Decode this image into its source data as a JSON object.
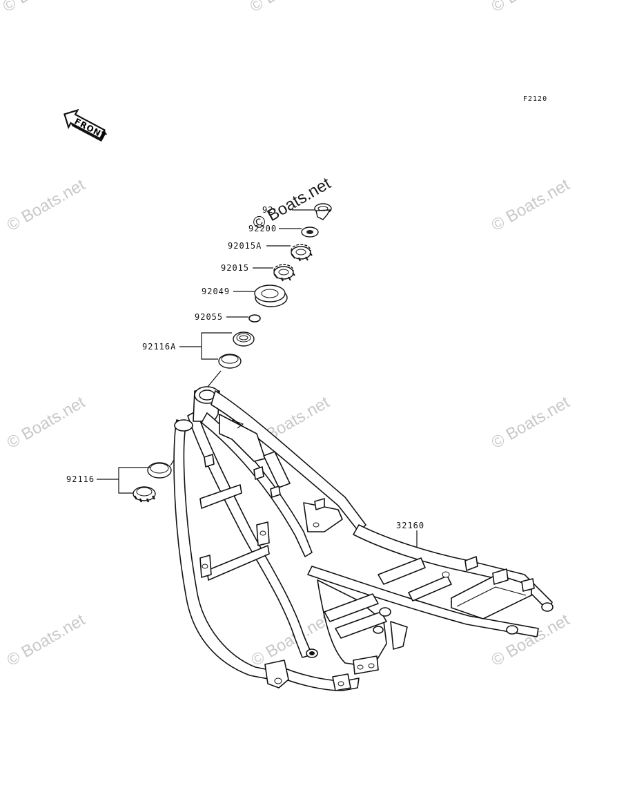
{
  "figure": {
    "code": "F2120",
    "front_arrow_label": "FRONT"
  },
  "watermark": {
    "text": "© Boats.net"
  },
  "callouts": {
    "p_top_screw": "92",
    "p_92200": "92200",
    "p_92015A": "92015A",
    "p_92015": "92015",
    "p_92049": "92049",
    "p_92055": "92055",
    "p_92116A": "92116A",
    "p_92116": "92116",
    "p_32160": "32160"
  }
}
